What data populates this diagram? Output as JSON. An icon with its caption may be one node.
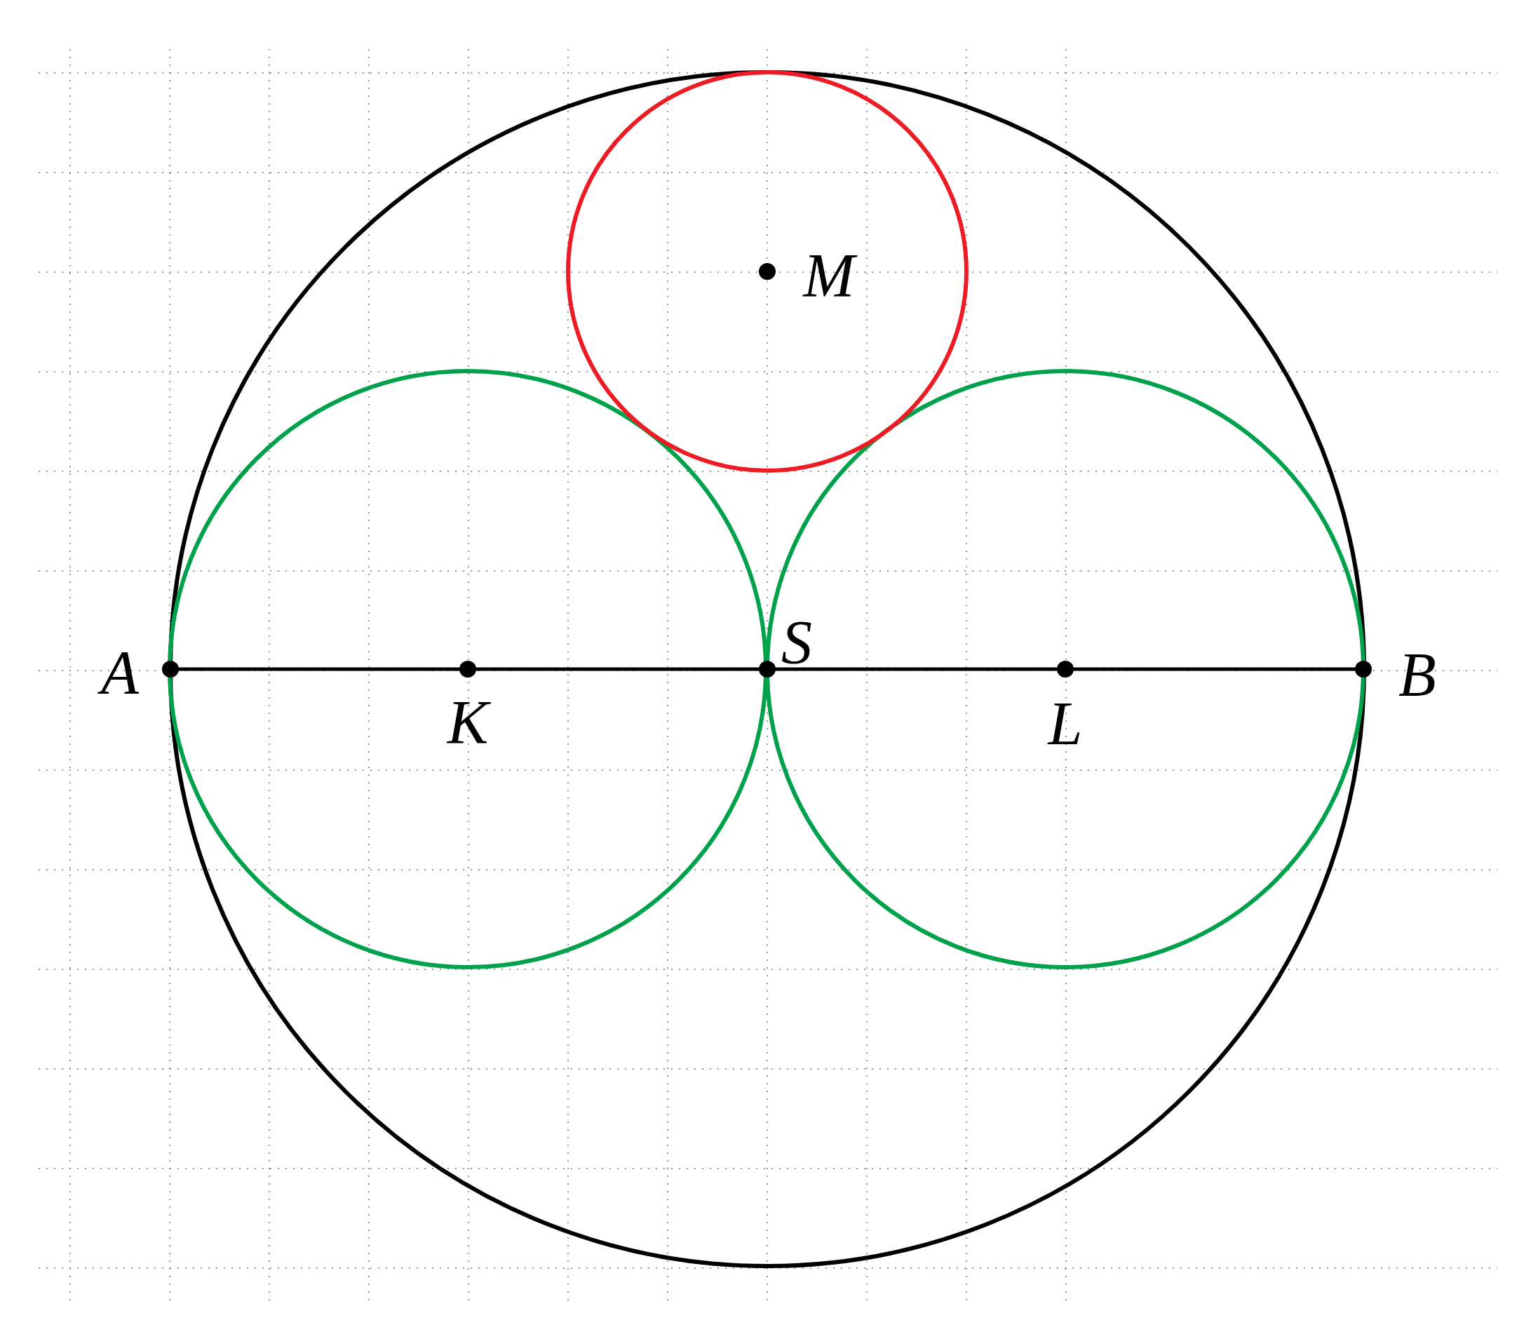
{
  "diagram": {
    "labels": [
      "M",
      "S",
      "A",
      "B",
      "K",
      "L"
    ]
  }
}
